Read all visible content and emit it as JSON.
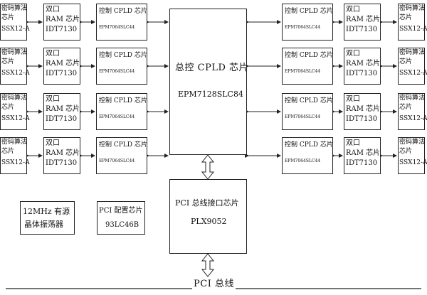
{
  "crypto_chip": {
    "line1": "密码算法",
    "line2": "芯片",
    "line3": "SSX12-A"
  },
  "dual_ram": {
    "line1": "双口",
    "line2": "RAM 芯片",
    "line3": "IDT7130"
  },
  "control_cpld": {
    "line1": "控制 CPLD 芯片",
    "line2": "EPM7064SLC44"
  },
  "master_cpld": {
    "title": "总控 CPLD 芯片",
    "part": "EPM7128SLC84"
  },
  "pci_interface": {
    "title": "PCI 总线接口芯片",
    "part": "PLX9052"
  },
  "pci_config": {
    "title": "PCI 配置芯片",
    "part": "93LC46B"
  },
  "oscillator": {
    "line1": "12MHz 有源",
    "line2": "晶体振荡器"
  },
  "pci_bus": {
    "label": "PCI 总线"
  }
}
